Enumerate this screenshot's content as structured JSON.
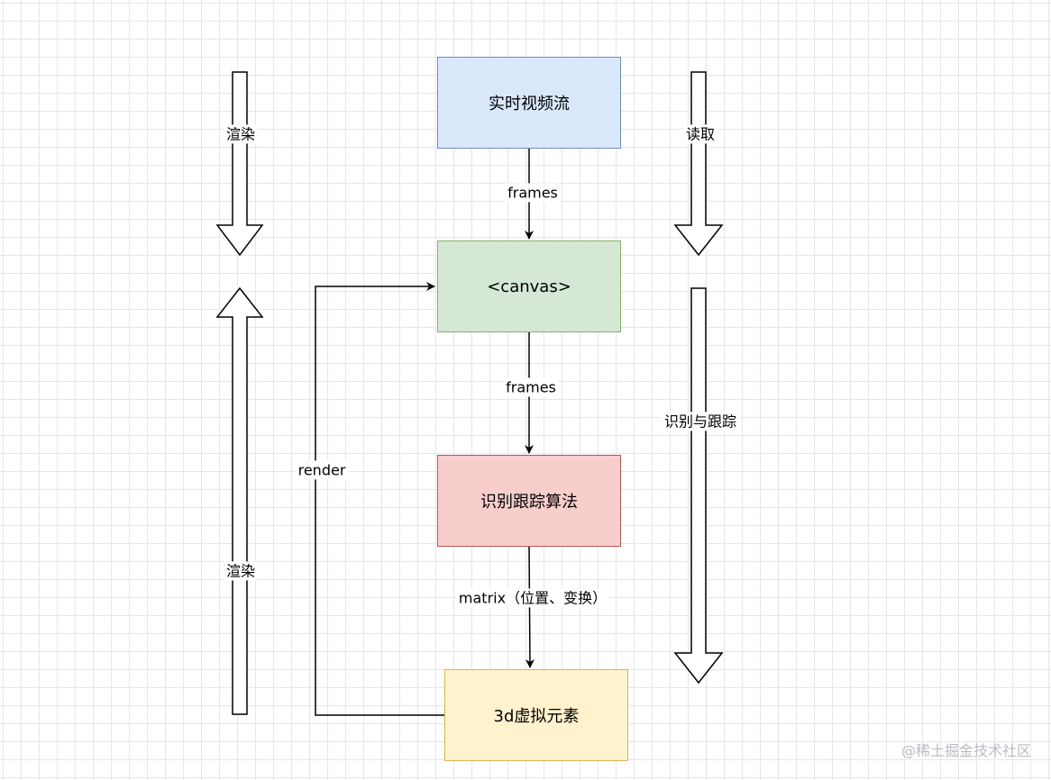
{
  "boxes": {
    "video": {
      "label": "实时视频流",
      "fill": "#dae8fc",
      "stroke": "#6c8ebf"
    },
    "canvas": {
      "label": "<canvas>",
      "fill": "#d5e8d4",
      "stroke": "#82b366"
    },
    "algorithm": {
      "label": "识别跟踪算法",
      "fill": "#f8cecc",
      "stroke": "#b85450"
    },
    "virtual": {
      "label": "3d虚拟元素",
      "fill": "#fff2cc",
      "stroke": "#d6b656"
    }
  },
  "edges": {
    "frames_1": "frames",
    "frames_2": "frames",
    "matrix": "matrix（位置、变换）",
    "render": "render"
  },
  "side_arrows": {
    "left_top": "渲染",
    "left_bottom": "渲染",
    "right_top": "读取",
    "right_bottom": "识别与跟踪"
  },
  "watermark": "@稀土掘金技术社区"
}
